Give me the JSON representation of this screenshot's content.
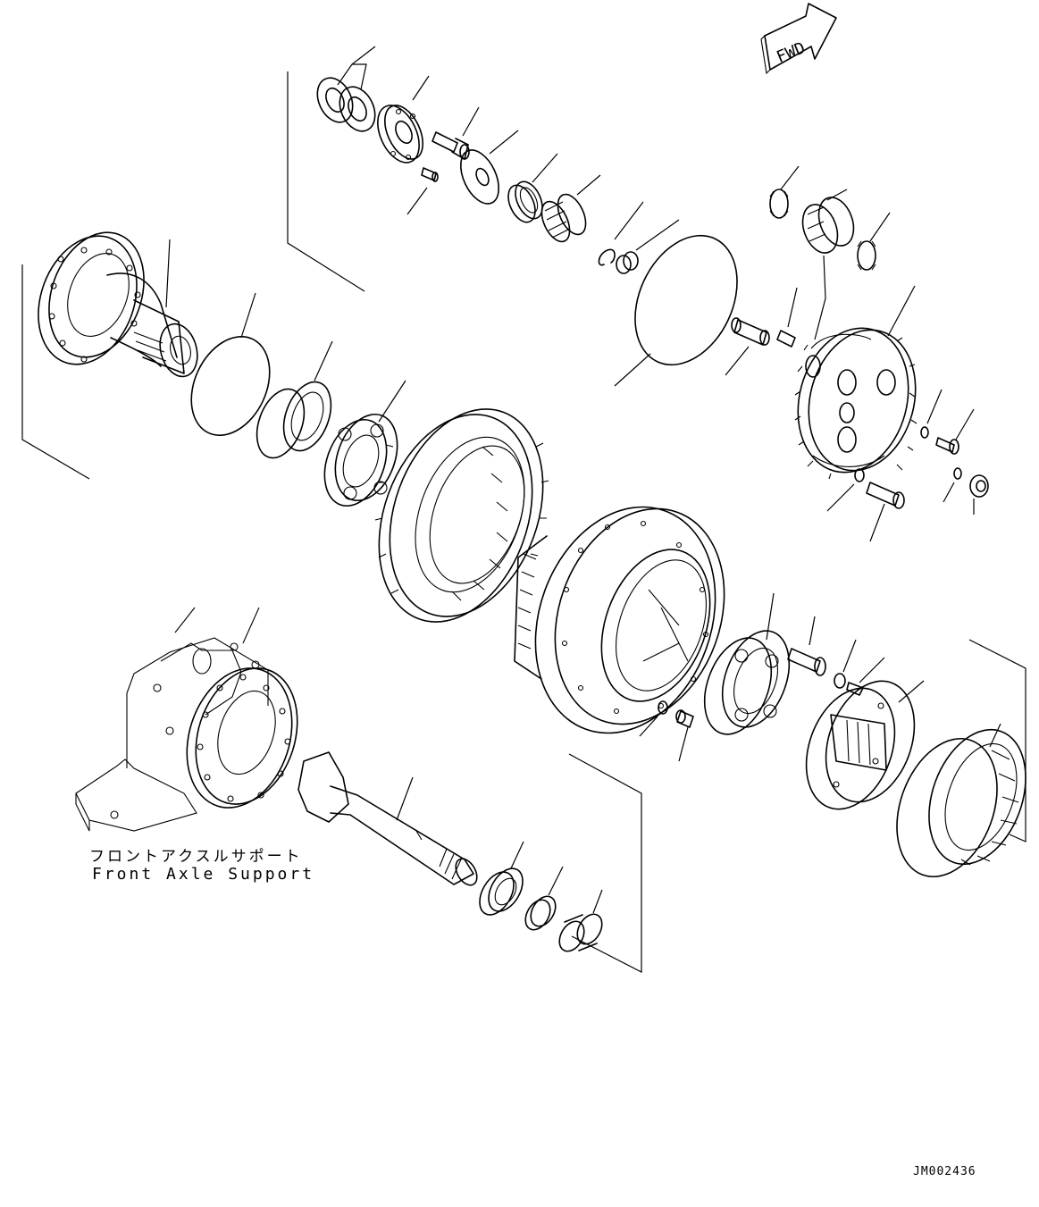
{
  "direction_marker": {
    "text": "FWD"
  },
  "caption": {
    "japanese": "フロントアクスルサポート",
    "english": "Front Axle Support"
  },
  "drawing_code": "JM002436"
}
